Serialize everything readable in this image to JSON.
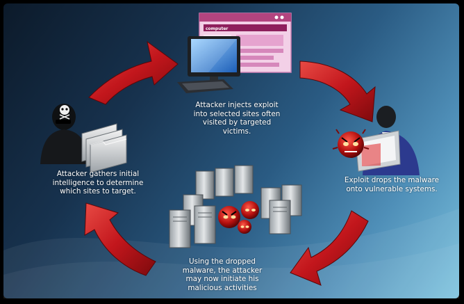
{
  "steps": {
    "inject": {
      "lines": [
        "Attacker injects exploit",
        "into selected sites often",
        "visited by targeted",
        "victims."
      ]
    },
    "exploit": {
      "lines": [
        "Exploit drops the malware",
        "onto vulnerable systems."
      ]
    },
    "dropped": {
      "lines": [
        "Using the dropped",
        "malware, the attacker",
        "may now initiate his",
        "malicious activities"
      ]
    },
    "gather": {
      "lines": [
        "Attacker gathers initial",
        "intelligence to determine",
        "which sites to target."
      ]
    }
  },
  "browser_window": {
    "title": "computer"
  },
  "icons": [
    "hacker-figure-icon",
    "folder-stack-icon",
    "website-window-icon",
    "computer-monitor-icon",
    "keyboard-icon",
    "businessman-icon",
    "malware-bug-icon",
    "server-rack-icon",
    "cycle-arrow-icon"
  ],
  "colors": {
    "arrow": "#c2161c",
    "arrow_highlight": "#e84a44",
    "text": "#ffffff",
    "background_dark": "#0c1a2a",
    "background_light": "#7cc3df",
    "web_page_pink": "#e6a3cf"
  }
}
